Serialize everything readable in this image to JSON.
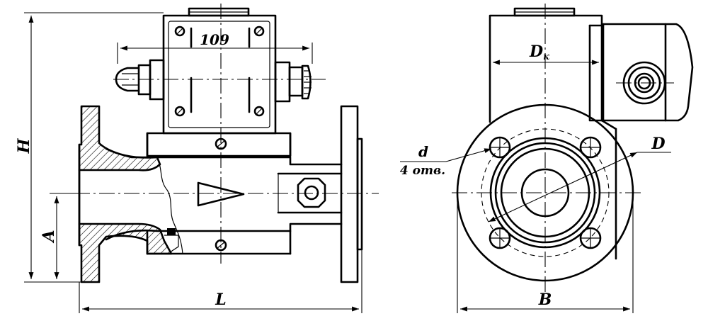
{
  "labels": {
    "H": "H",
    "A": "A",
    "L": "L",
    "width_109": "109",
    "B": "B",
    "Dk_main": "D",
    "Dk_sub": "к",
    "d": "d",
    "holes": "4 отв.",
    "D": "D"
  }
}
